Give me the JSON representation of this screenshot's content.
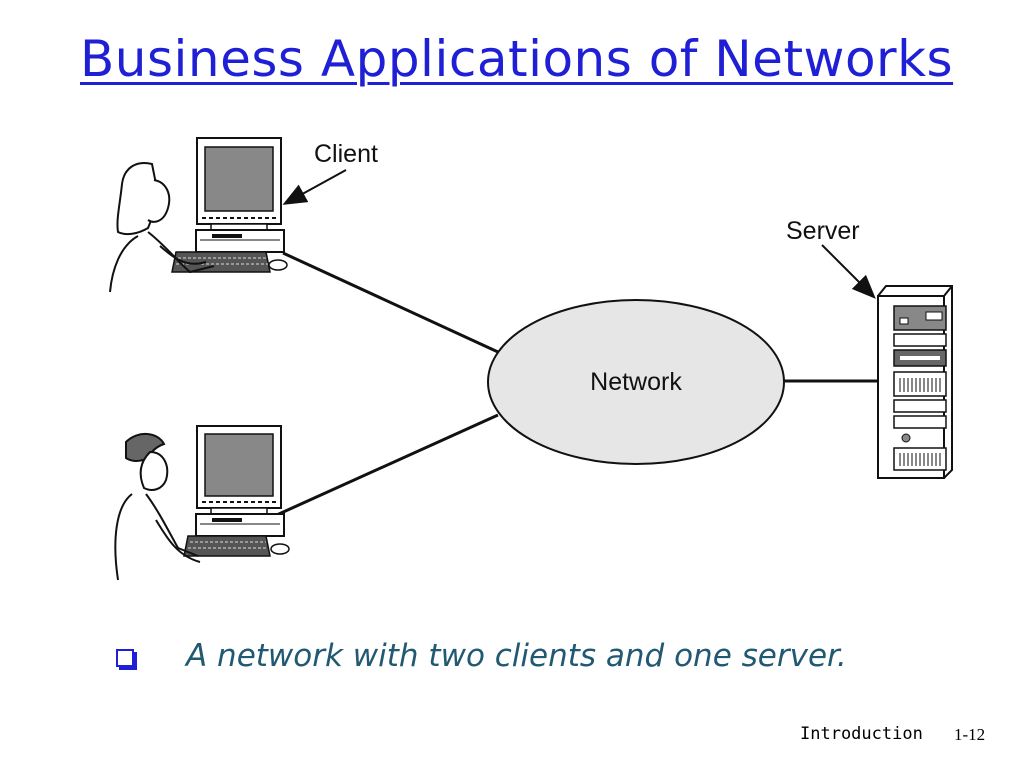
{
  "slide": {
    "title": "Business Applications of Networks"
  },
  "diagram": {
    "labels": {
      "client": "Client",
      "server": "Server",
      "network": "Network"
    },
    "icons": {
      "client_top": "user-at-computer-icon",
      "client_bottom": "user-at-computer-icon",
      "server": "server-tower-icon"
    },
    "colors": {
      "network_fill": "#e6e6e6",
      "line": "#111111"
    }
  },
  "bullet": {
    "text": "A network with two clients and one server."
  },
  "footer": {
    "section": "Introduction",
    "page": "1-12"
  },
  "colors": {
    "title": "#1f1fd6",
    "bullet_text": "#215872"
  }
}
